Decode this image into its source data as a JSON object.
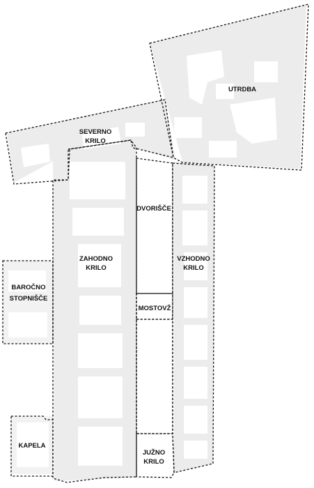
{
  "zones": {
    "utrdba": {
      "label": "UTRDBA"
    },
    "severno_krilo": {
      "line1": "SEVERNO",
      "line2": "KRILO"
    },
    "dvorisce": {
      "label": "DVORIŠČE"
    },
    "zahodno_krilo": {
      "line1": "ZAHODNO",
      "line2": "KRILO"
    },
    "vzhodno_krilo": {
      "line1": "VZHODNO",
      "line2": "KRILO"
    },
    "barocno_stopnisce": {
      "line1": "BAROČNO",
      "line2": "STOPNIŠČE"
    },
    "mostovz": {
      "label": "MOSTOVŽ"
    },
    "kapela": {
      "label": "KAPELA"
    },
    "juzno_krilo": {
      "line1": "JUŽNO",
      "line2": "KRILO"
    }
  },
  "colors": {
    "walls": "#ececec",
    "outline": "#111111",
    "background": "#ffffff"
  }
}
